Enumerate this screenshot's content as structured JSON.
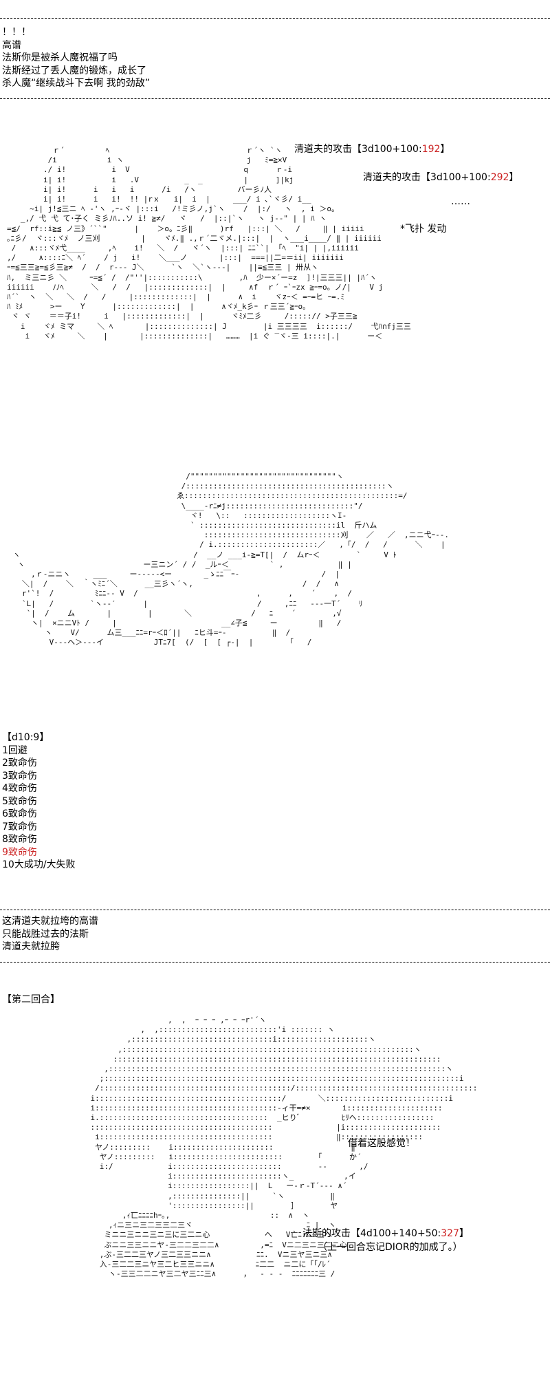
{
  "section1": {
    "lines": [
      "！！！",
      "高谱",
      "法斯你是被杀人魔祝福了吗",
      "法斯经过了丢人魔的锻炼，成长了",
      "杀人魔“继续战斗下去啊 我的劲敌”"
    ]
  },
  "panel1": {
    "attack1_prefix": "清道夫的攻击【3d100+100:",
    "attack1_value": "192",
    "attack1_suffix": "】",
    "attack2_prefix": "清道夫的攻击【3d100+100:",
    "attack2_value": "292",
    "attack2_suffix": "】",
    "dots": "……",
    "skill": "*飞扑 发动"
  },
  "dice": {
    "header": "【d10:9】",
    "items": [
      "1回避",
      "2致命伤",
      "3致命伤",
      "4致命伤",
      "5致命伤",
      "6致命伤",
      "7致命伤",
      "8致命伤"
    ],
    "highlight": "9致命伤",
    "last": "10大成功/大失败"
  },
  "section2": {
    "lines": [
      "这清道夫就拉垮的高谱",
      "只能战胜过去的法斯",
      "清道夫就拉胯"
    ]
  },
  "round2": {
    "title": "【第二回合】",
    "speech": "借着这股感觉！",
    "attack_prefix": "法斯的攻击【4d100+140+50:",
    "attack_value": "327",
    "attack_suffix": "】",
    "note": "（上一回合忘记DIOR的加成了。）"
  },
  "colors": {
    "highlight": "#cc2222"
  }
}
